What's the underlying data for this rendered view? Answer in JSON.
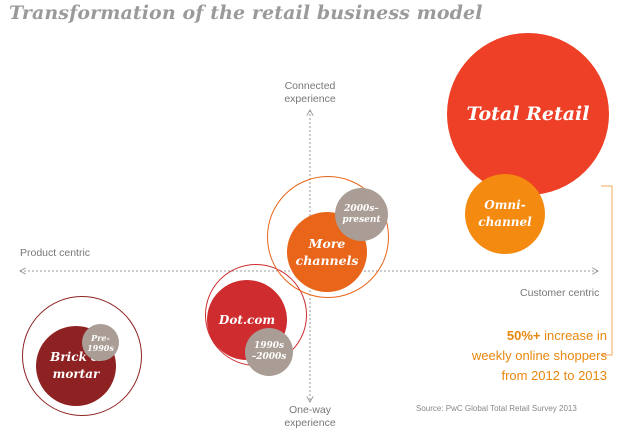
{
  "title": "Transformation of the retail business model",
  "axes": {
    "top": [
      "Connected",
      "experience"
    ],
    "bottom": [
      "One-way",
      "experience"
    ],
    "left": "Product centric",
    "right": "Customer centric"
  },
  "bubbles": {
    "total_retail": "Total Retail",
    "omni": [
      "Omni-",
      "channel"
    ],
    "more_channels": [
      "More",
      "channels"
    ],
    "era_2000s": [
      "2000s–",
      "present"
    ],
    "dotcom": "Dot.com",
    "era_1990s": [
      "1990s",
      "–2000s"
    ],
    "brick": [
      "Brick &",
      "mortar"
    ],
    "era_pre1990": [
      "Pre-",
      "1990s"
    ]
  },
  "callout": {
    "highlight": "50%+",
    "line1_rest": " increase in",
    "line2": "weekly online shoppers",
    "line3": "from 2012 to 2013"
  },
  "source": "Source: PwC Global Total Retail Survey 2013",
  "colors": {
    "total_retail": "#ee3f27",
    "omni": "#f48a10",
    "more_channels": "#e8651a",
    "dotcom": "#cf2c2f",
    "brick": "#8e2222",
    "era_badge": "#a99d95",
    "callout_text": "#e8870e",
    "axis": "#9a9a9a"
  }
}
